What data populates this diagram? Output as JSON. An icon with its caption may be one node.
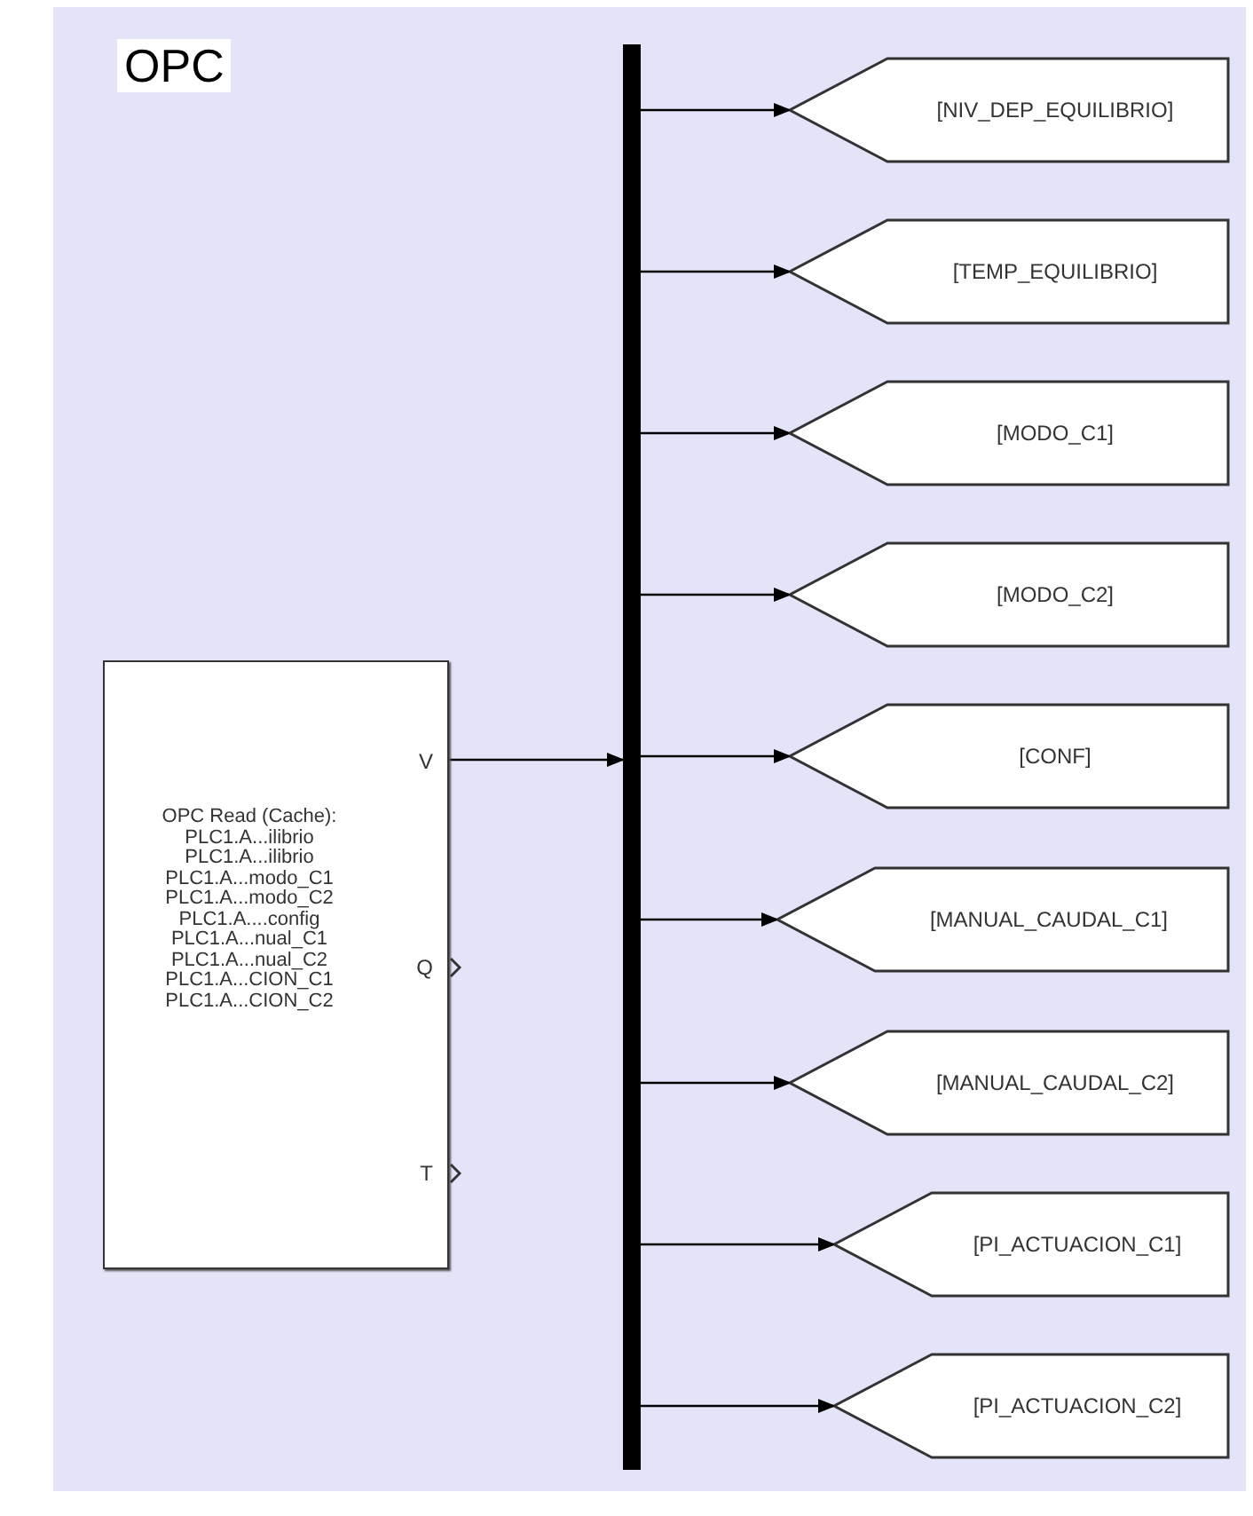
{
  "diagram": {
    "title": "OPC",
    "nodes": [
      {
        "text": [
          "OPC Read (Cache): PLC1.A...ilibrio PLC1.A...ilibrio PLC1.A...modo_C1 PLC1.A...modo_C2 PLC1.A....config PLC1.A...nual_C1 PLC1.A...nual_C2 PLC1.A...CION_C1 PLC1.A...CION_C2",
          "V",
          "Q",
          "T"
        ]
      },
      {
        "text": [],
        "shape": "bar"
      },
      {
        "text": [
          "[NIV_DEP_EQUILIBRIO]"
        ]
      },
      {
        "text": [
          "[TEMP_EQUILIBRIO]"
        ]
      },
      {
        "text": [
          "[MODO_C1]"
        ]
      },
      {
        "text": [
          "[MODO_C2]"
        ]
      },
      {
        "text": [
          "[CONF]"
        ]
      },
      {
        "text": [
          "[MANUAL_CAUDAL_C1]"
        ]
      },
      {
        "text": [
          "[MANUAL_CAUDAL_C2]"
        ]
      },
      {
        "text": [
          "[PI_ACTUACION_C1]"
        ]
      },
      {
        "text": [
          "[PI_ACTUACION_C2]"
        ]
      }
    ],
    "edges": [
      {
        "from": 0,
        "to": 1,
        "arrow": "to"
      },
      {
        "from": 1,
        "to": 2,
        "arrow": "to"
      },
      {
        "from": 1,
        "to": 3,
        "arrow": "to"
      },
      {
        "from": 1,
        "to": 4,
        "arrow": "to"
      },
      {
        "from": 1,
        "to": 5,
        "arrow": "to"
      },
      {
        "from": 1,
        "to": 6,
        "arrow": "to"
      },
      {
        "from": 1,
        "to": 7,
        "arrow": "to"
      },
      {
        "from": 1,
        "to": 8,
        "arrow": "to"
      },
      {
        "from": 1,
        "to": 9,
        "arrow": "to"
      },
      {
        "from": 1,
        "to": 10,
        "arrow": "to"
      }
    ]
  }
}
